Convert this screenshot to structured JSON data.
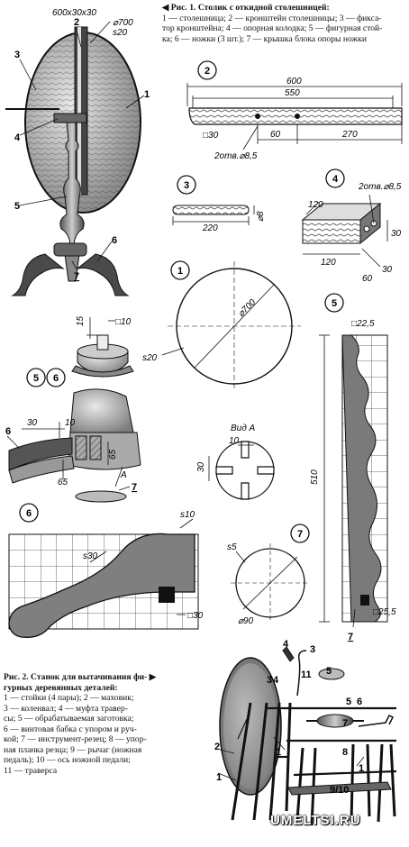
{
  "fig1": {
    "title": "◀ Рис. 1. Столик с откидной столешницей:",
    "legend": [
      "1 — столешница; 2 — кронштейн столешницы; 3 — фикса-",
      "тор кронштейна; 4 — опорная колодка; 5 — фигурная стой-",
      "ка; 6 — ножки (3 шт.); 7 — крышка блока опоры ножки"
    ]
  },
  "fig2": {
    "title": "Рис. 2. Станок для вытачивания фи- ▶",
    "legend": [
      "гурных деревянных деталей:",
      "1 — стойки (4 пары); 2 — маховик;",
      "3 — коленвал; 4 — муфта травер-",
      "сы; 5 — обрабатываемая заготовка;",
      "6 — винтовая бабка с упором и руч-",
      "кой; 7 — инструмент-резец; 8 — упор-",
      "ная планка резца; 9 — рычаг (ножная",
      "педаль); 10 — ось ножной педали;",
      "11 — траверса"
    ]
  },
  "watermark": "UMELTSI.RU",
  "labels": {
    "top_dims": "600x30x30",
    "top_d700": "⌀700",
    "top_s20": "s20",
    "l1": "1",
    "l2": "2",
    "l3": "3",
    "l4": "4",
    "l5": "5",
    "l6": "6",
    "l7": "7",
    "p2_num": "2",
    "p2_600": "600",
    "p2_550": "550",
    "p2_30": "□30",
    "p2_60": "60",
    "p2_270": "270",
    "p2_holes": "2отв.⌀8,5",
    "p3_num": "3",
    "p3_220": "220",
    "p3_d8": "⌀8",
    "p4_num": "4",
    "p4_holes": "2отв.⌀8,5",
    "p4_120a": "120",
    "p4_120b": "120",
    "p4_30a": "30",
    "p4_30b": "30",
    "p4_60": "60",
    "p1_num": "1",
    "p1_d700": "⌀700",
    "p1_s20": "s20",
    "p5_num": "5",
    "p5_225": "□22,5",
    "p5_510": "510",
    "p5_255": "□25,5",
    "p5_7": "7",
    "j_15": "15",
    "j_10": "□10",
    "c56_a": "5",
    "c56_b": "6",
    "sec_30": "30",
    "sec_10": "10",
    "sec_6": "6",
    "sec_65a": "65",
    "sec_65b": "65",
    "sec_A": "A",
    "sec_7": "7",
    "va_title": "Вид А",
    "va_10": "10",
    "va_30": "30",
    "leg6_num": "6",
    "leg6_s10": "s10",
    "leg6_s30": "s30",
    "leg6_30": "□30",
    "p7_num": "7",
    "p7_s5": "s5",
    "p7_d90": "⌀90",
    "m_1a": "1",
    "m_1b": "1",
    "m_1c": "1",
    "m_2": "2",
    "m_3a": "3",
    "m_3b": "3",
    "m_4a": "4",
    "m_4b": "4",
    "m_5a": "5",
    "m_5b": "5",
    "m_6": "6",
    "m_7": "7",
    "m_8": "8",
    "m_910": "9/10",
    "m_11": "11"
  }
}
